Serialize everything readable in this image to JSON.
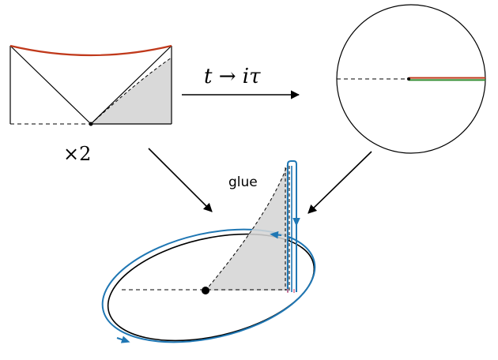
{
  "labels": {
    "wick_rotation": "t → iτ",
    "multiplier": "×2",
    "glue": "glue"
  },
  "colors": {
    "stroke": "#000000",
    "shade": "#d9d9d9",
    "red_boundary": "#c0391b",
    "green_segment": "#2e8b2e",
    "blue_contour": "#1f77b4",
    "glue_pink": "#e07090"
  }
}
